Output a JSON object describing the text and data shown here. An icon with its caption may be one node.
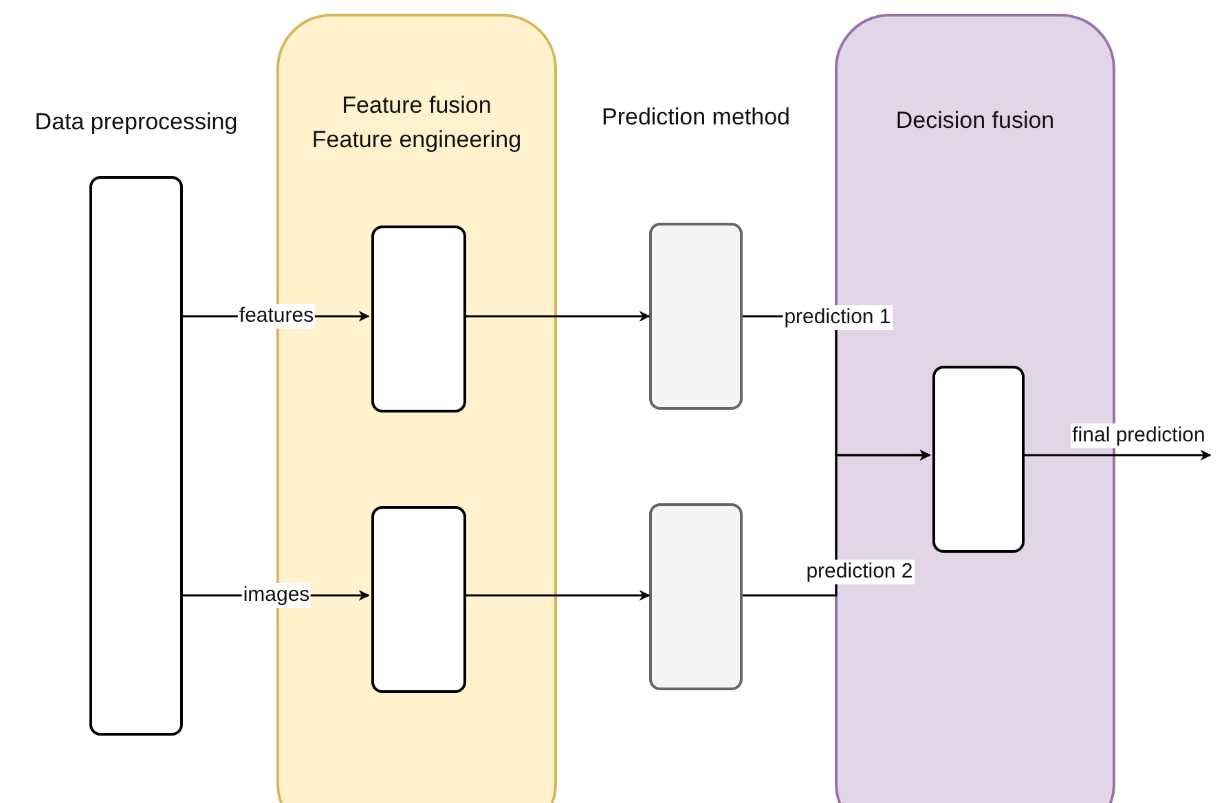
{
  "diagram": {
    "nodes": [
      {
        "text": [
          "Data preprocessing"
        ]
      },
      {
        "text": [
          "Feature fusion",
          "Feature engineering"
        ]
      },
      {
        "text": [],
        "shape": "box",
        "in": 1
      },
      {
        "text": [],
        "shape": "box",
        "in": 1
      },
      {
        "text": [],
        "shape": "box"
      },
      {
        "text": [],
        "shape": "box"
      },
      {
        "text": [
          "Decision fusion"
        ]
      },
      {
        "text": [],
        "shape": "box",
        "in": 6
      }
    ],
    "edges": [
      {
        "from": 0,
        "to": 2,
        "arrow": "to",
        "label": "features"
      },
      {
        "from": 0,
        "to": 3,
        "arrow": "to",
        "label": "images"
      },
      {
        "from": 2,
        "to": 4,
        "arrow": "to"
      },
      {
        "from": 3,
        "to": 5,
        "arrow": "to"
      },
      {
        "from": 4,
        "to": 7,
        "arrow": "to",
        "label": "prediction 1"
      },
      {
        "from": 5,
        "to": 7,
        "arrow": "to",
        "label": "prediction 2"
      },
      {
        "from": 7,
        "to": null,
        "arrow": "to",
        "label": "final prediction"
      }
    ],
    "labels": [
      "Prediction method"
    ]
  }
}
